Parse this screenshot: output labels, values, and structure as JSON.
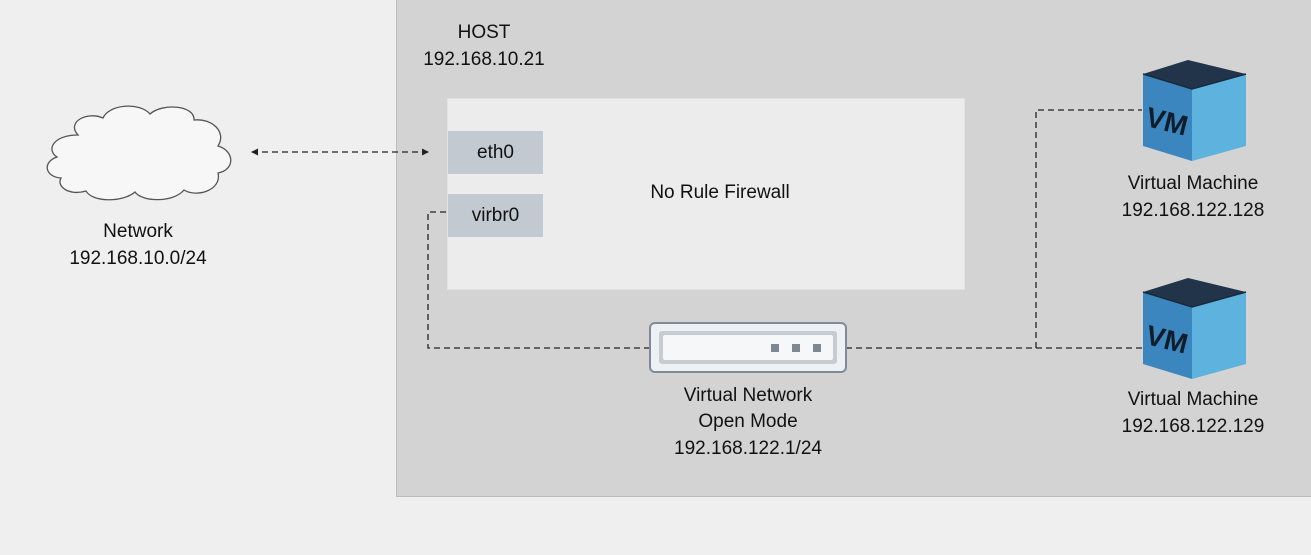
{
  "network": {
    "title": "Network",
    "subnet": "192.168.10.0/24"
  },
  "host": {
    "title": "HOST",
    "ip": "192.168.10.21"
  },
  "firewall": {
    "label": "No Rule Firewall"
  },
  "interfaces": {
    "eth0": "eth0",
    "virbr0": "virbr0"
  },
  "virtual_network": {
    "name": "Virtual Network",
    "mode": "Open Mode",
    "subnet": "192.168.122.1/24"
  },
  "vms": [
    {
      "icon_text": "VM",
      "name": "Virtual Machine",
      "ip": "192.168.122.128"
    },
    {
      "icon_text": "VM",
      "name": "Virtual Machine",
      "ip": "192.168.122.129"
    }
  ],
  "colors": {
    "host_bg": "#d3d3d3",
    "page_bg": "#efefef",
    "firewall_bg": "#ececec",
    "iface_bg": "#c2c9d1",
    "vm_top": "#22344a",
    "vm_front": "#3c86bf",
    "vm_side": "#5db2de"
  }
}
